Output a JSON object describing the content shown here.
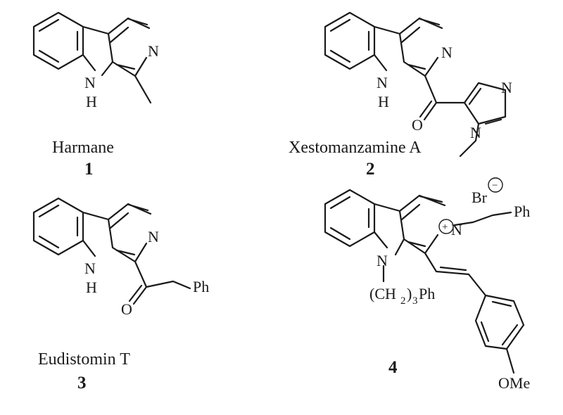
{
  "compounds": [
    {
      "name": "Harmane",
      "number": "1",
      "atom_labels": {
        "n_ring": "N",
        "nh_n": "N",
        "nh_h": "H"
      }
    },
    {
      "name": "Xestomanzamine A",
      "number": "2",
      "atom_labels": {
        "n_ring": "N",
        "nh_n": "N",
        "nh_h": "H",
        "oxygen": "O",
        "imid_n_top": "N",
        "imid_n_methyl": "N"
      }
    },
    {
      "name": "Eudistomin T",
      "number": "3",
      "atom_labels": {
        "n_ring": "N",
        "nh_n": "N",
        "nh_h": "H",
        "oxygen": "O",
        "phenyl": "Ph"
      }
    },
    {
      "name": "",
      "number": "4",
      "atom_labels": {
        "n_ring": "N",
        "n_indole": "N",
        "counterion": "Br",
        "counterion_charge": "−",
        "ring_charge": "+",
        "benzyl_ph": "Ph",
        "chain_open": "(CH",
        "chain_sub": "2",
        "chain_close": ")",
        "chain_sub2": "3",
        "chain_ph": "Ph",
        "methoxy": "OMe"
      }
    }
  ]
}
